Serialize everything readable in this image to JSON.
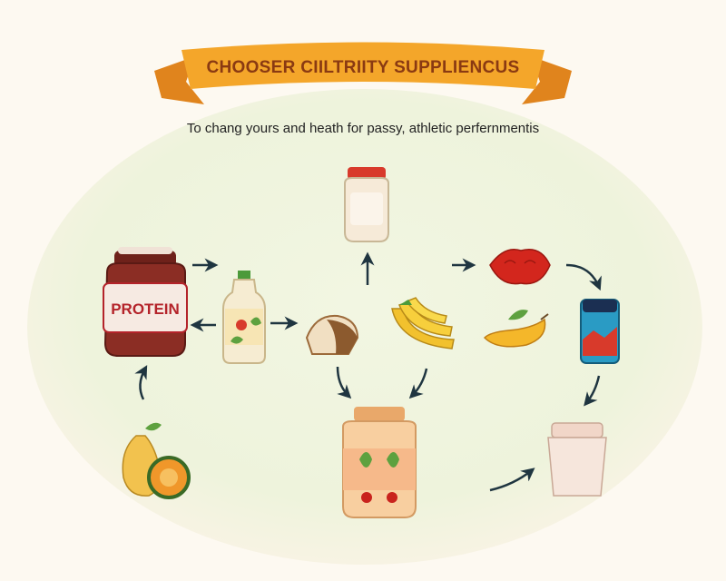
{
  "banner": {
    "title": "CHOOSER CIILTRIITY SUPPLIENCUS"
  },
  "subtitle": "To chang yours and heath for passy, athletic perfernmentis",
  "protein_jar": {
    "label": "PROTEIN"
  },
  "colors": {
    "background": "#fdf9f1",
    "banner": "#f4a62a",
    "banner_dark": "#d97a16",
    "title_text": "#8a3a12",
    "arrow": "#1f3540",
    "protein_jar": "#8b2d24",
    "protein_label": "#b4232a",
    "vitamin_jar": "#f8cfa0",
    "lid_red": "#d83a2b",
    "shaker": "#f6e6dc"
  },
  "icons": [
    "protein-jar-icon",
    "juice-bottle-icon",
    "bread-icon",
    "small-jar-icon",
    "banana-bunch-icon",
    "red-fruit-icon",
    "mango-icon",
    "drink-can-icon",
    "shaker-cup-icon",
    "vitamin-jar-icon",
    "pear-orange-icon"
  ]
}
